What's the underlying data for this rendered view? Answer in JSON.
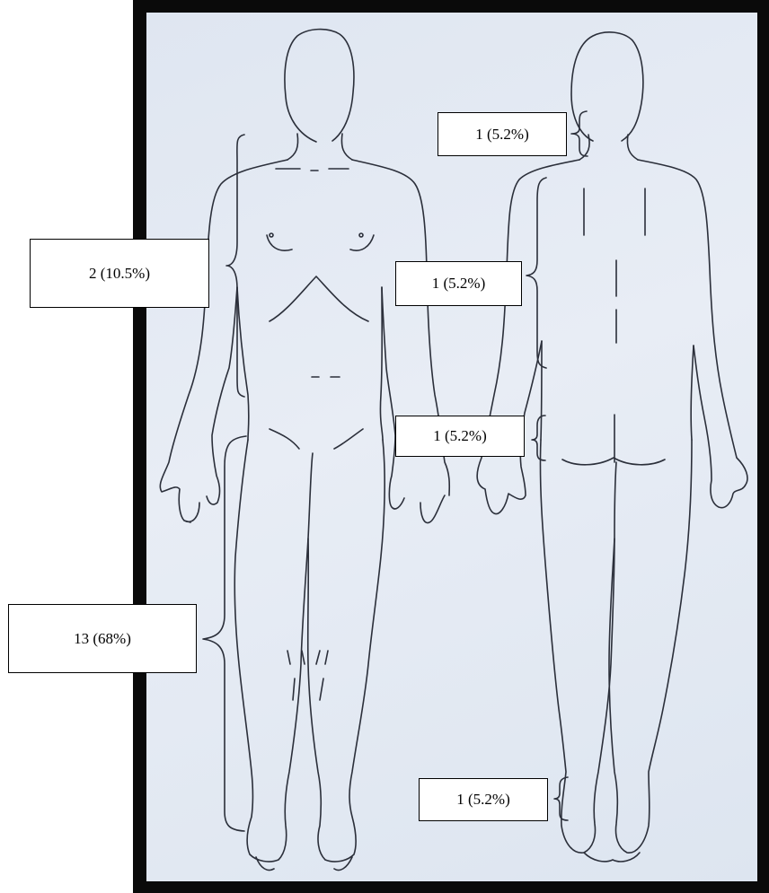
{
  "colors": {
    "frame": "#0a0a0a",
    "paper": "#e3e9f3",
    "ink": "#2b2f3a"
  },
  "annotations": {
    "front_trunk": "2 (10.5%)",
    "front_lower_limbs": "13 (68%)",
    "back_neck": "1 (5.2%)",
    "back_upper": "1 (5.2%)",
    "back_buttocks": "1 (5.2%)",
    "back_ankle": "1 (5.2%)"
  }
}
